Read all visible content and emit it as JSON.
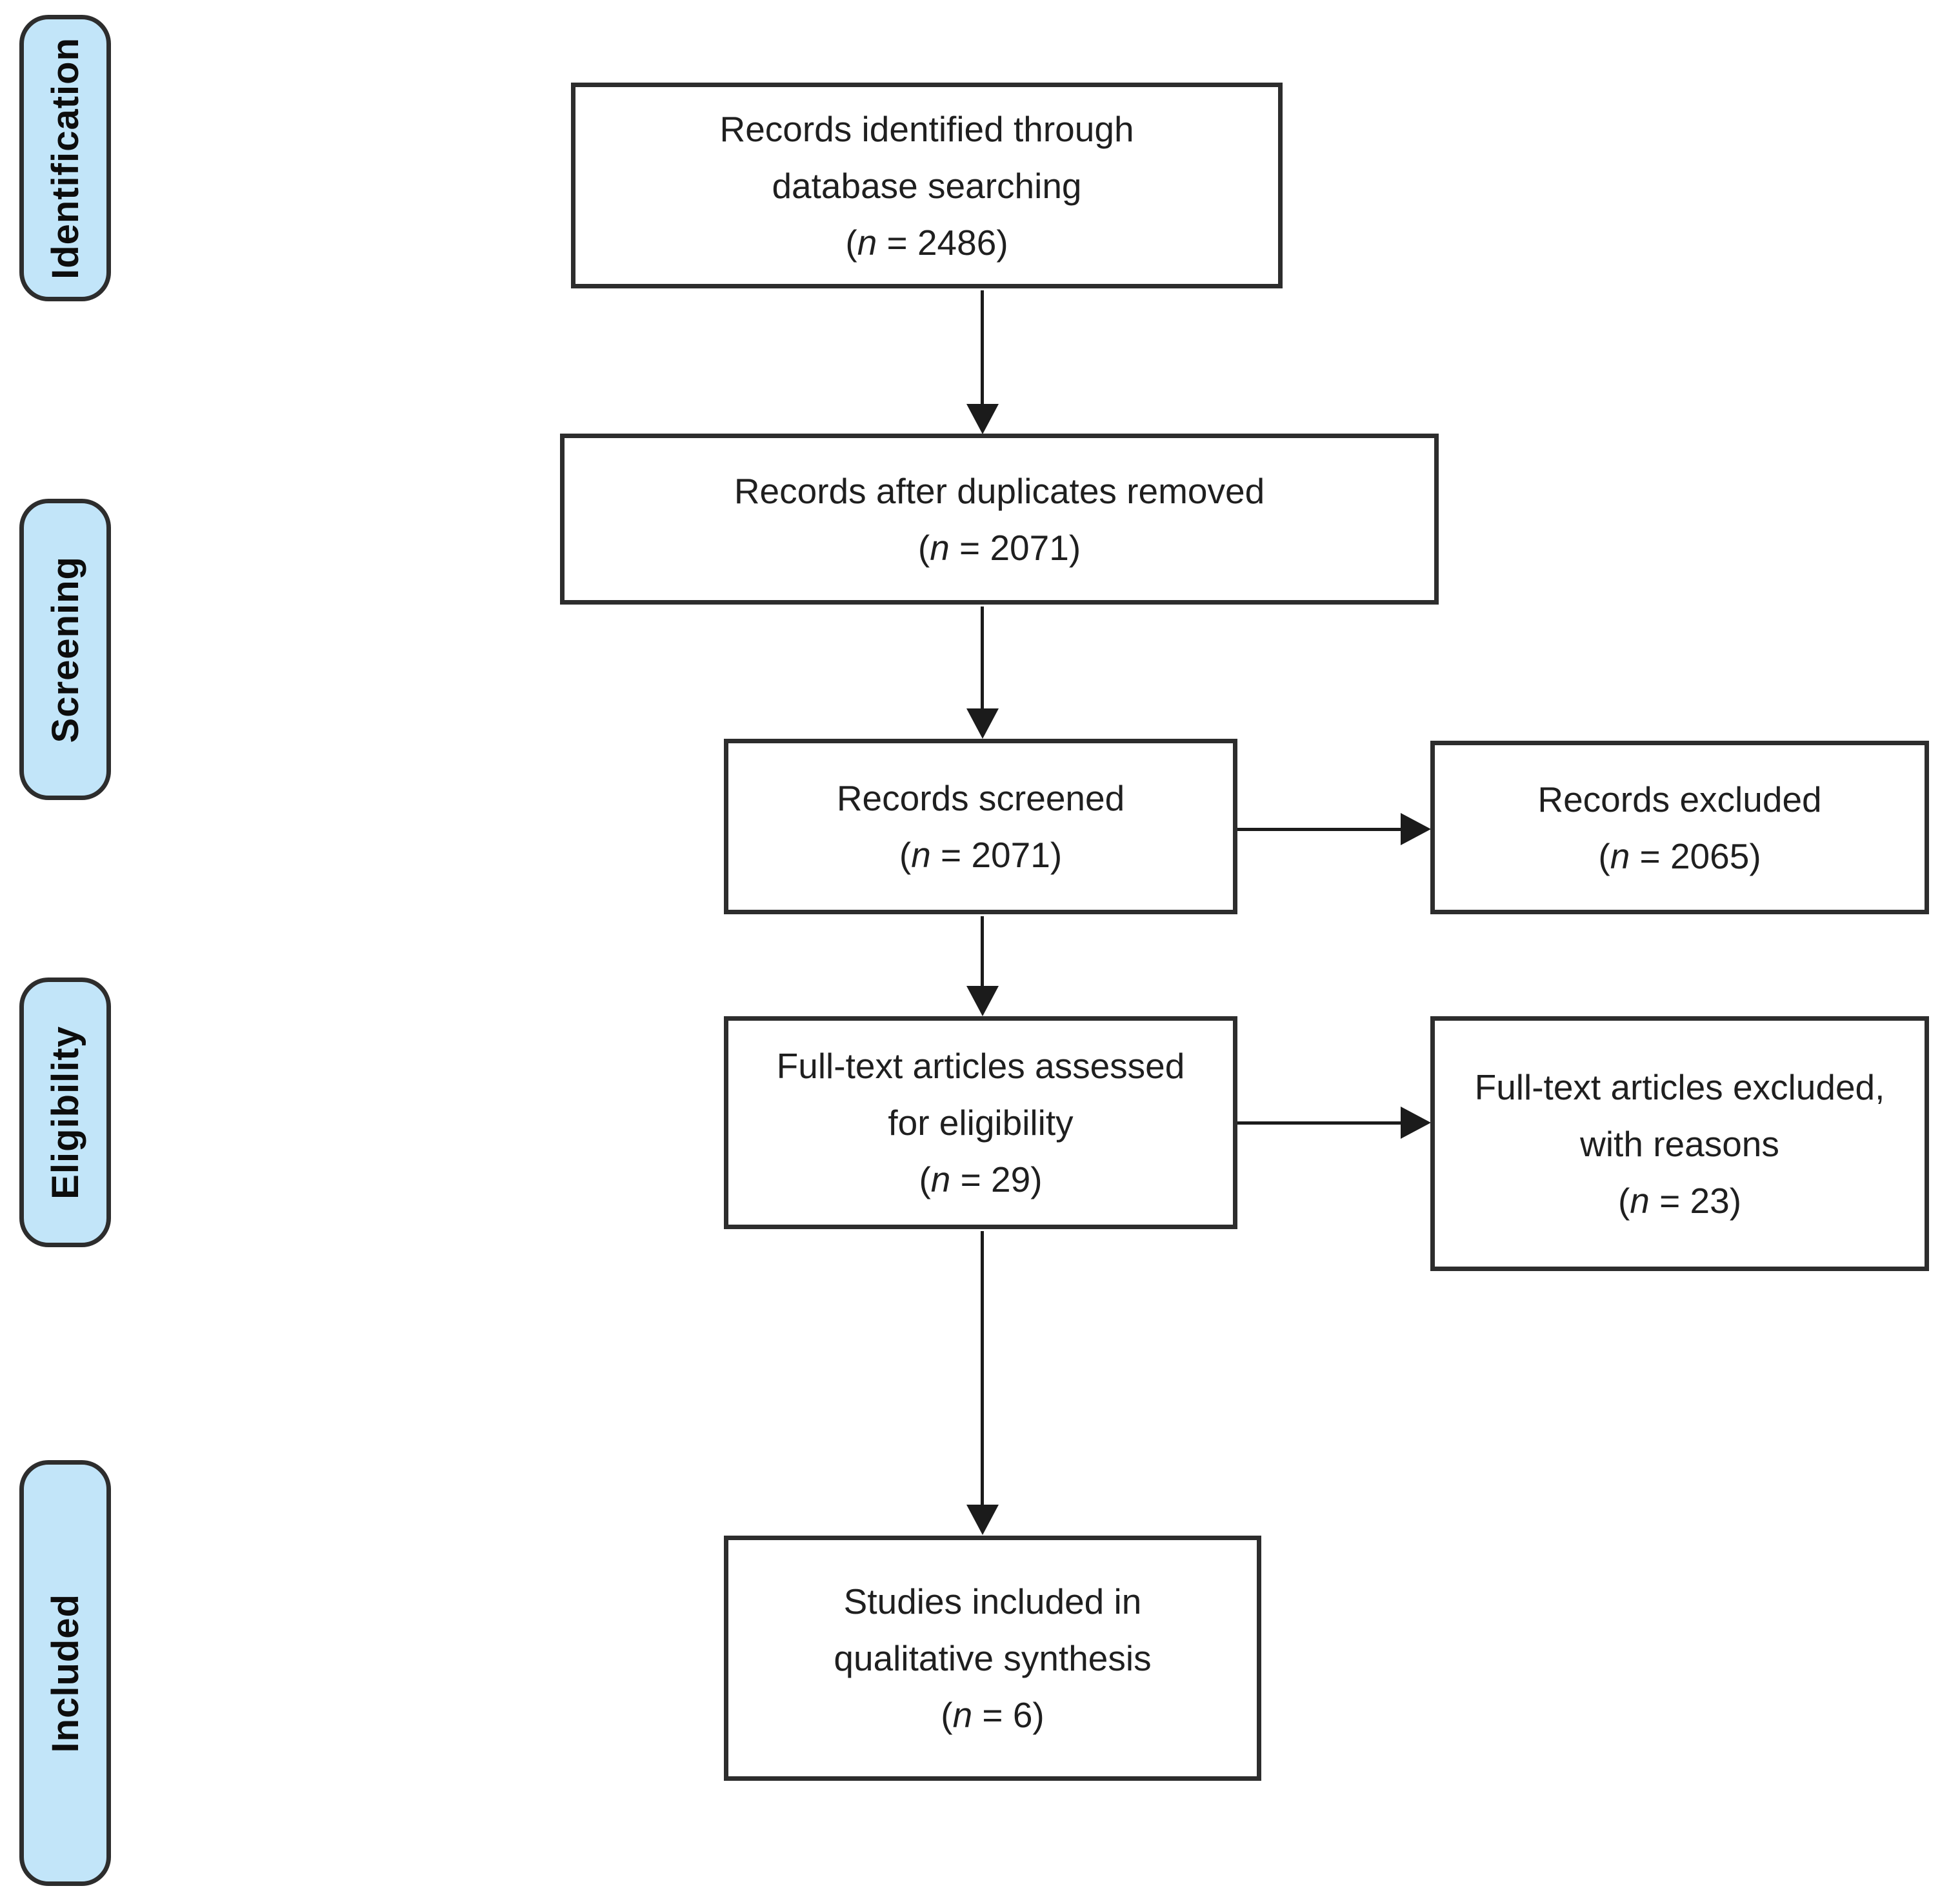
{
  "colors": {
    "background": "#ffffff",
    "box_border": "#2d2d2d",
    "sidebar_fill": "#c2e5f9",
    "arrow": "#1b1b1b",
    "text": "#1f1f1f"
  },
  "glyphs": {
    "paren_open": "(",
    "n_symbol": "n"
  },
  "sidebar": {
    "identification": "Identification",
    "screening": "Screening",
    "eligibility": "Eligibility",
    "included": "Included"
  },
  "flow": {
    "identified": {
      "line1": "Records identified through",
      "line2": "database searching",
      "n": "2486",
      "n_rest": " = 2486)"
    },
    "deduplicated": {
      "line1": "Records after duplicates removed",
      "n": "2071",
      "n_rest": " = 2071)"
    },
    "screened": {
      "line1": "Records screened",
      "n": "2071",
      "n_rest": " = 2071)"
    },
    "records_excluded": {
      "line1": "Records excluded",
      "n": "2065",
      "n_rest": " = 2065)"
    },
    "fulltext_assessed": {
      "line1": "Full-text articles assessed",
      "line2": "for eligibility",
      "n": "29",
      "n_rest": " = 29)"
    },
    "fulltext_excluded": {
      "line1": "Full-text articles excluded,",
      "line2": "with reasons",
      "n": "23",
      "n_rest": " = 23)"
    },
    "studies_included": {
      "line1": "Studies included in",
      "line2": "qualitative synthesis",
      "n": "6",
      "n_rest": " = 6)"
    }
  }
}
